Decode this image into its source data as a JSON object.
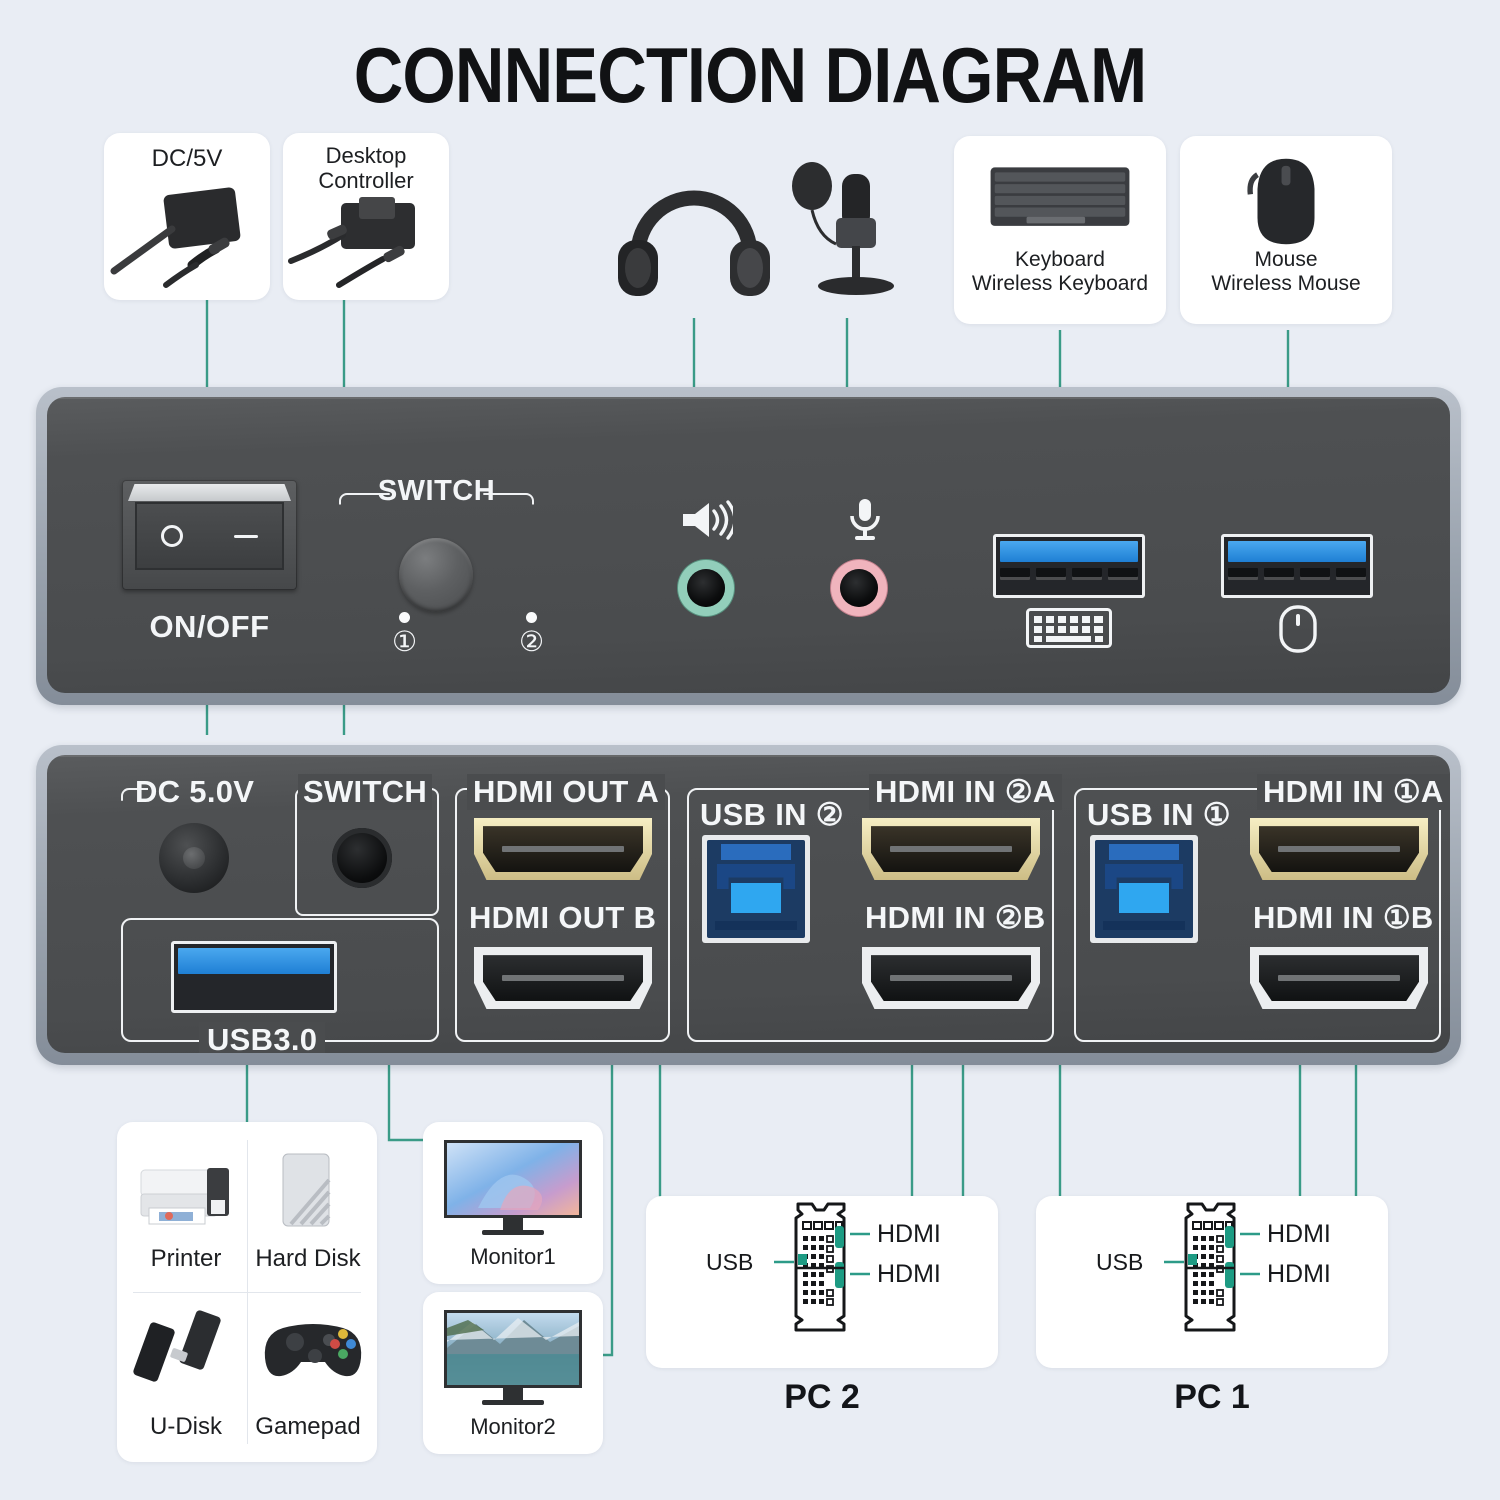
{
  "title": "CONNECTION DIAGRAM",
  "colors": {
    "background": "#e9edf4",
    "wire": "#3a9b87",
    "node": "#14b8b0",
    "chassis_body": "#4a4c4e",
    "chassis_frame": "#9aa3ae",
    "hdmi_gold": "#cdbd86",
    "usb_blue": "#2a8fe0",
    "audio_green": "#92ceba",
    "audio_pink": "#f0b4bd"
  },
  "top_callouts": [
    {
      "id": "dc5v",
      "label": "DC/5V",
      "icon": "power-adapter-icon"
    },
    {
      "id": "desktop_controller",
      "label": "Desktop\nController",
      "label_line1": "Desktop",
      "label_line2": "Controller",
      "icon": "desktop-controller-icon"
    },
    {
      "id": "headphones",
      "label": "",
      "icon": "headphones-icon"
    },
    {
      "id": "microphone",
      "label": "",
      "icon": "microphone-icon"
    },
    {
      "id": "keyboard",
      "label_line1": "Keyboard",
      "label_line2": "Wireless Keyboard",
      "icon": "keyboard-icon"
    },
    {
      "id": "mouse",
      "label_line1": "Mouse",
      "label_line2": "Wireless Mouse",
      "icon": "mouse-icon"
    }
  ],
  "front_panel": {
    "power_switch": {
      "label": "ON/OFF",
      "on_symbol": "○",
      "off_symbol": "—"
    },
    "switch_group": {
      "label": "SWITCH",
      "led1": "①",
      "led2": "②"
    },
    "audio": [
      {
        "id": "speaker",
        "icon": "speaker-icon",
        "color": "green"
      },
      {
        "id": "mic",
        "icon": "microphone-icon",
        "color": "pink"
      }
    ],
    "usb_ports": [
      {
        "id": "usb-keyboard",
        "icon": "keyboard-icon"
      },
      {
        "id": "usb-mouse",
        "icon": "mouse-icon"
      }
    ]
  },
  "rear_panel": {
    "groups": [
      {
        "id": "dc",
        "label": "DC 5.0V"
      },
      {
        "id": "switch",
        "label": "SWITCH"
      },
      {
        "id": "usb3",
        "label": "USB3.0"
      },
      {
        "id": "hdmi_out_a",
        "label": "HDMI OUT A"
      },
      {
        "id": "hdmi_out_b",
        "label": "HDMI OUT B"
      },
      {
        "id": "usb_in_2",
        "label": "USB IN ②"
      },
      {
        "id": "hdmi_in_2a",
        "label": "HDMI IN ②A"
      },
      {
        "id": "hdmi_in_2b",
        "label": "HDMI IN ②B"
      },
      {
        "id": "usb_in_1",
        "label": "USB IN ①"
      },
      {
        "id": "hdmi_in_1a",
        "label": "HDMI IN ①A"
      },
      {
        "id": "hdmi_in_1b",
        "label": "HDMI IN ①B"
      }
    ]
  },
  "bottom_callouts": {
    "usb_devices": {
      "items": [
        {
          "label": "Printer",
          "icon": "printer-icon"
        },
        {
          "label": "Hard Disk",
          "icon": "hard-disk-icon"
        },
        {
          "label": "U-Disk",
          "icon": "usb-flash-drive-icon"
        },
        {
          "label": "Gamepad",
          "icon": "gamepad-icon"
        }
      ]
    },
    "monitors": [
      {
        "label": "Monitor1",
        "icon": "monitor-icon"
      },
      {
        "label": "Monitor2",
        "icon": "monitor-icon"
      }
    ],
    "pcs": [
      {
        "title": "PC 2",
        "usb_label": "USB",
        "hdmi_label_1": "HDMI",
        "hdmi_label_2": "HDMI",
        "icon": "io-shield-icon"
      },
      {
        "title": "PC 1",
        "usb_label": "USB",
        "hdmi_label_1": "HDMI",
        "hdmi_label_2": "HDMI",
        "icon": "io-shield-icon"
      }
    ]
  }
}
